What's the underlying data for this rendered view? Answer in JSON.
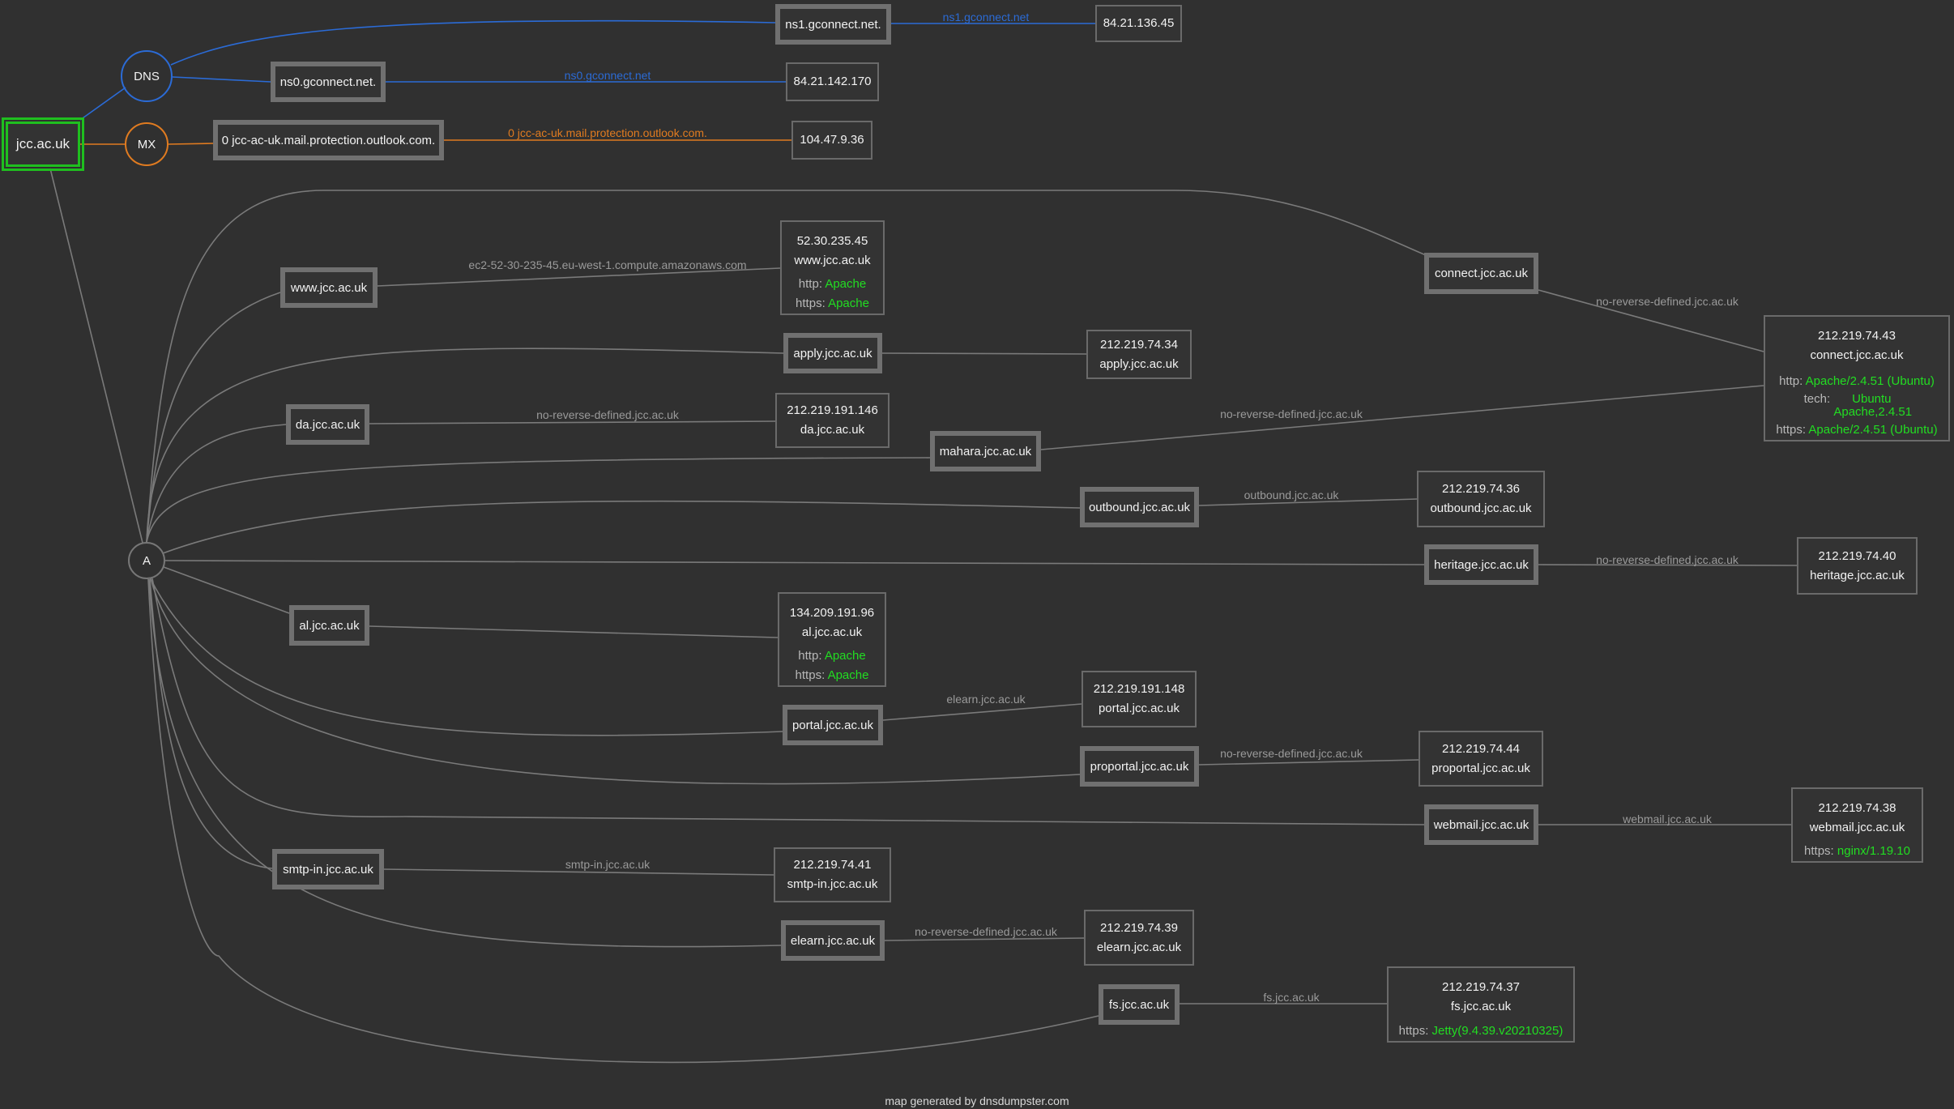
{
  "domain": "jcc.ac.uk",
  "categories": {
    "dns": "DNS",
    "mx": "MX",
    "a": "A"
  },
  "colors": {
    "dns": "#2b6bd6",
    "mx": "#e07b20",
    "root": "#1fbf1f",
    "edge": "#7a7a7a",
    "value": "#22dd22"
  },
  "dns_records": [
    {
      "host": "ns1.gconnect.net.",
      "edge_label": "ns1.gconnect.net",
      "ip": "84.21.136.45"
    },
    {
      "host": "ns0.gconnect.net.",
      "edge_label": "ns0.gconnect.net",
      "ip": "84.21.142.170"
    }
  ],
  "mx_records": [
    {
      "host": "0 jcc-ac-uk.mail.protection.outlook.com.",
      "edge_label": "0 jcc-ac-uk.mail.protection.outlook.com.",
      "ip": "104.47.9.36"
    }
  ],
  "a_records": [
    {
      "host": "www.jcc.ac.uk",
      "edge_label": "ec2-52-30-235-45.eu-west-1.compute.amazonaws.com",
      "ip": "52.30.235.45",
      "rdns": "www.jcc.ac.uk",
      "services": [
        {
          "label": "http:",
          "value": "Apache"
        },
        {
          "label": "https:",
          "value": "Apache"
        }
      ]
    },
    {
      "host": "apply.jcc.ac.uk",
      "edge_label": "",
      "ip": "212.219.74.34",
      "rdns": "apply.jcc.ac.uk",
      "services": []
    },
    {
      "host": "da.jcc.ac.uk",
      "edge_label": "no-reverse-defined.jcc.ac.uk",
      "ip": "212.219.191.146",
      "rdns": "da.jcc.ac.uk",
      "services": []
    },
    {
      "host": "connect.jcc.ac.uk",
      "edge_label": "no-reverse-defined.jcc.ac.uk",
      "ip": "212.219.74.43",
      "rdns": "connect.jcc.ac.uk",
      "services": [
        {
          "label": "http:",
          "value": "Apache/2.4.51 (Ubuntu)"
        },
        {
          "label": "tech:",
          "value": "Ubuntu Apache,2.4.51"
        },
        {
          "label": "https:",
          "value": "Apache/2.4.51 (Ubuntu)"
        }
      ]
    },
    {
      "host": "mahara.jcc.ac.uk",
      "edge_label": "no-reverse-defined.jcc.ac.uk"
    },
    {
      "host": "outbound.jcc.ac.uk",
      "edge_label": "outbound.jcc.ac.uk",
      "ip": "212.219.74.36",
      "rdns": "outbound.jcc.ac.uk",
      "services": []
    },
    {
      "host": "heritage.jcc.ac.uk",
      "edge_label": "no-reverse-defined.jcc.ac.uk",
      "ip": "212.219.74.40",
      "rdns": "heritage.jcc.ac.uk",
      "services": []
    },
    {
      "host": "al.jcc.ac.uk",
      "edge_label": "",
      "ip": "134.209.191.96",
      "rdns": "al.jcc.ac.uk",
      "services": [
        {
          "label": "http:",
          "value": "Apache"
        },
        {
          "label": "https:",
          "value": "Apache"
        }
      ]
    },
    {
      "host": "portal.jcc.ac.uk",
      "edge_label": "elearn.jcc.ac.uk",
      "ip": "212.219.191.148",
      "rdns": "portal.jcc.ac.uk",
      "services": []
    },
    {
      "host": "proportal.jcc.ac.uk",
      "edge_label": "no-reverse-defined.jcc.ac.uk",
      "ip": "212.219.74.44",
      "rdns": "proportal.jcc.ac.uk",
      "services": []
    },
    {
      "host": "webmail.jcc.ac.uk",
      "edge_label": "webmail.jcc.ac.uk",
      "ip": "212.219.74.38",
      "rdns": "webmail.jcc.ac.uk",
      "services": [
        {
          "label": "https:",
          "value": "nginx/1.19.10"
        }
      ]
    },
    {
      "host": "smtp-in.jcc.ac.uk",
      "edge_label": "smtp-in.jcc.ac.uk",
      "ip": "212.219.74.41",
      "rdns": "smtp-in.jcc.ac.uk",
      "services": []
    },
    {
      "host": "elearn.jcc.ac.uk",
      "edge_label": "no-reverse-defined.jcc.ac.uk",
      "ip": "212.219.74.39",
      "rdns": "elearn.jcc.ac.uk",
      "services": []
    },
    {
      "host": "fs.jcc.ac.uk",
      "edge_label": "fs.jcc.ac.uk",
      "ip": "212.219.74.37",
      "rdns": "fs.jcc.ac.uk",
      "services": [
        {
          "label": "https:",
          "value": "Jetty(9.4.39.v20210325)"
        }
      ]
    }
  ],
  "footer": "map generated by dnsdumpster.com"
}
